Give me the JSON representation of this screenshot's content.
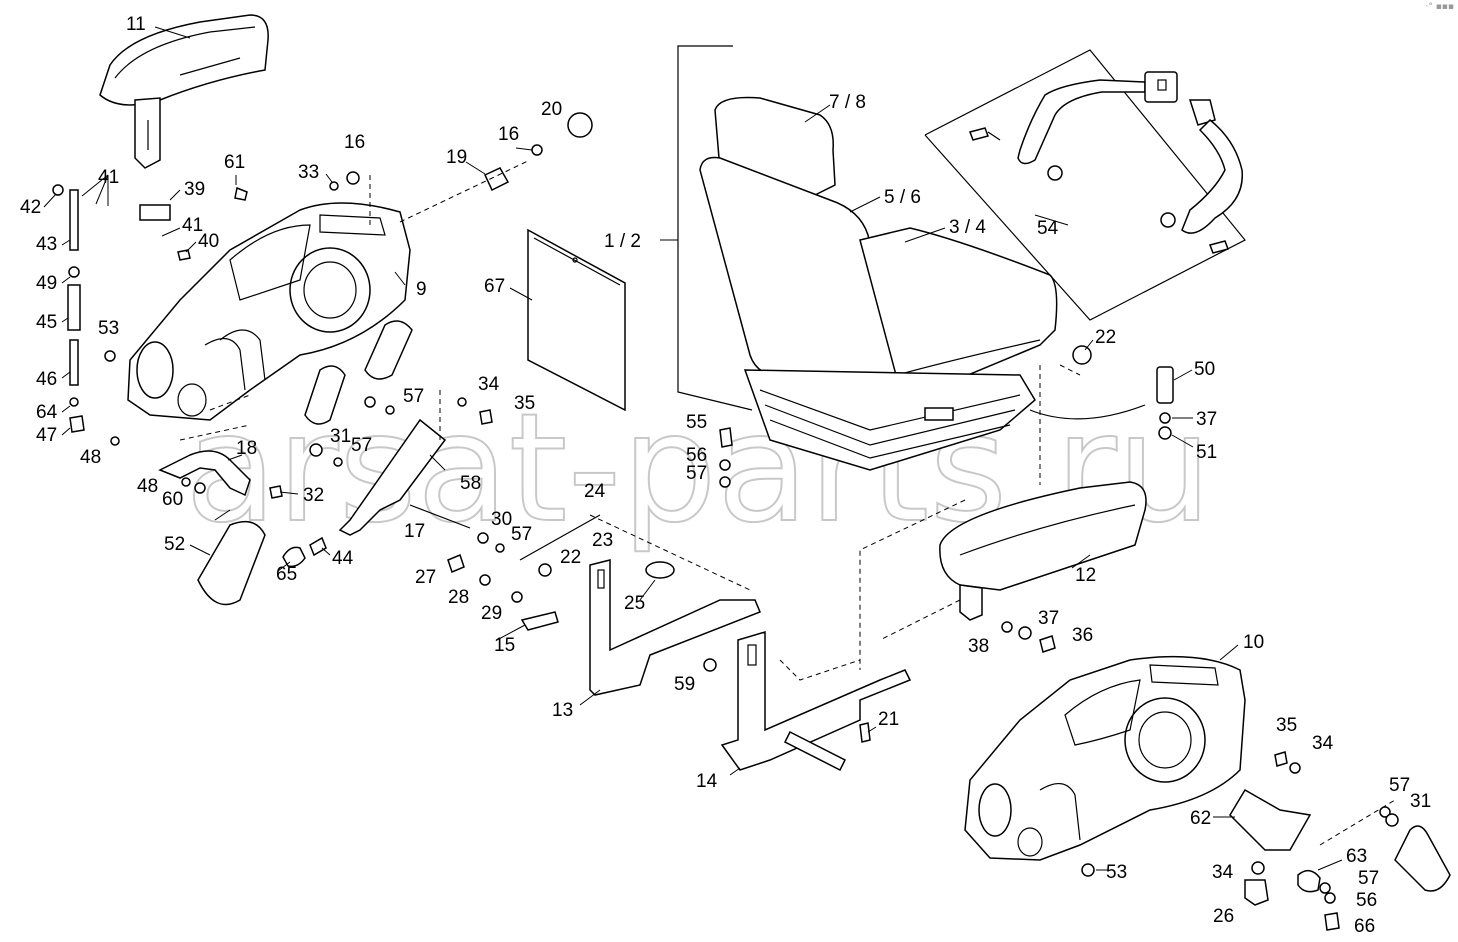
{
  "watermark": "arsat-parts.ru",
  "corner_mark": "·° ▪▪▪",
  "labels": {
    "l11": "11",
    "l78": "7 / 8",
    "l20": "20",
    "l16a": "16",
    "l16b": "16",
    "l33": "33",
    "l19": "19",
    "l61": "61",
    "l41a": "41",
    "l42": "42",
    "l39": "39",
    "l41b": "41",
    "l40": "40",
    "l43": "43",
    "l9": "9",
    "l56r": "5 / 6",
    "l34r": "3 / 4",
    "l12r": "1 / 2",
    "l54": "54",
    "l67": "67",
    "l49": "49",
    "l45": "45",
    "l53a": "53",
    "l22a": "22",
    "l46": "46",
    "l57a": "57",
    "l34a": "34",
    "l50": "50",
    "l35a": "35",
    "l64": "64",
    "l47": "47",
    "l31a": "31",
    "l55": "55",
    "l37a": "37",
    "l18": "18",
    "l57b": "57",
    "l56a": "56",
    "l51": "51",
    "l48a": "48",
    "l57c": "57",
    "l58": "58",
    "l48b": "48",
    "l60": "60",
    "l32": "32",
    "l24": "24",
    "l17": "17",
    "l30": "30",
    "l57d": "57",
    "l23": "23",
    "l52": "52",
    "l44": "44",
    "l22b": "22",
    "l12": "12",
    "l65": "65",
    "l27": "27",
    "l28": "28",
    "l25": "25",
    "l29": "29",
    "l37b": "37",
    "l38": "38",
    "l36": "36",
    "l15": "15",
    "l10": "10",
    "l59": "59",
    "l13": "13",
    "l21": "21",
    "l35b": "35",
    "l34b": "34",
    "l14": "14",
    "l57e": "57",
    "l31b": "31",
    "l62": "62",
    "l63": "63",
    "l34c": "34",
    "l57f": "57",
    "l53b": "53",
    "l56b": "56",
    "l26": "26",
    "l66": "66"
  }
}
